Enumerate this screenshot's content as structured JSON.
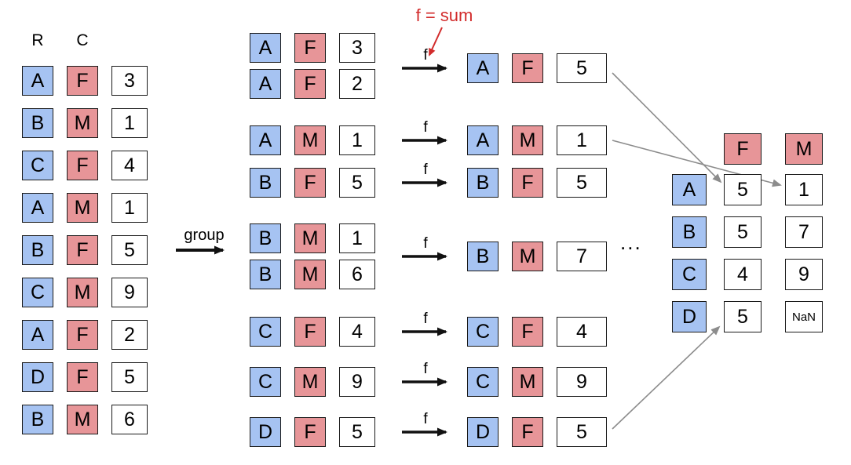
{
  "labels": {
    "r_col": "R",
    "c_col": "C",
    "group": "group",
    "f": "f",
    "f_sum": "f = sum",
    "ellipsis": "..."
  },
  "colors": {
    "r_fill": "#a6c3f2",
    "c_fill": "#e79598",
    "annotation_red": "#d22b2b",
    "arrow_gray": "#8c8c8c",
    "arrow_black": "#111111"
  },
  "left_table": {
    "rows": [
      {
        "r": "A",
        "c": "F",
        "v": "3"
      },
      {
        "r": "B",
        "c": "M",
        "v": "1"
      },
      {
        "r": "C",
        "c": "F",
        "v": "4"
      },
      {
        "r": "A",
        "c": "M",
        "v": "1"
      },
      {
        "r": "B",
        "c": "F",
        "v": "5"
      },
      {
        "r": "C",
        "c": "M",
        "v": "9"
      },
      {
        "r": "A",
        "c": "F",
        "v": "2"
      },
      {
        "r": "D",
        "c": "F",
        "v": "5"
      },
      {
        "r": "B",
        "c": "M",
        "v": "6"
      }
    ]
  },
  "grouped_rows": [
    {
      "r": "A",
      "c": "F",
      "v": "3"
    },
    {
      "r": "A",
      "c": "F",
      "v": "2"
    },
    {
      "r": "A",
      "c": "M",
      "v": "1"
    },
    {
      "r": "B",
      "c": "F",
      "v": "5"
    },
    {
      "r": "B",
      "c": "M",
      "v": "1"
    },
    {
      "r": "B",
      "c": "M",
      "v": "6"
    },
    {
      "r": "C",
      "c": "F",
      "v": "4"
    },
    {
      "r": "C",
      "c": "M",
      "v": "9"
    },
    {
      "r": "D",
      "c": "F",
      "v": "5"
    }
  ],
  "aggregated_rows": [
    {
      "r": "A",
      "c": "F",
      "v": "5"
    },
    {
      "r": "A",
      "c": "M",
      "v": "1"
    },
    {
      "r": "B",
      "c": "F",
      "v": "5"
    },
    {
      "r": "B",
      "c": "M",
      "v": "7"
    },
    {
      "r": "C",
      "c": "F",
      "v": "4"
    },
    {
      "r": "C",
      "c": "M",
      "v": "9"
    },
    {
      "r": "D",
      "c": "F",
      "v": "5"
    }
  ],
  "pivot": {
    "col_headers": [
      "F",
      "M"
    ],
    "rows": [
      {
        "header": "A",
        "values": [
          "5",
          "1"
        ]
      },
      {
        "header": "B",
        "values": [
          "5",
          "7"
        ]
      },
      {
        "header": "C",
        "values": [
          "4",
          "9"
        ]
      },
      {
        "header": "D",
        "values": [
          "5",
          "NaN"
        ]
      }
    ]
  }
}
